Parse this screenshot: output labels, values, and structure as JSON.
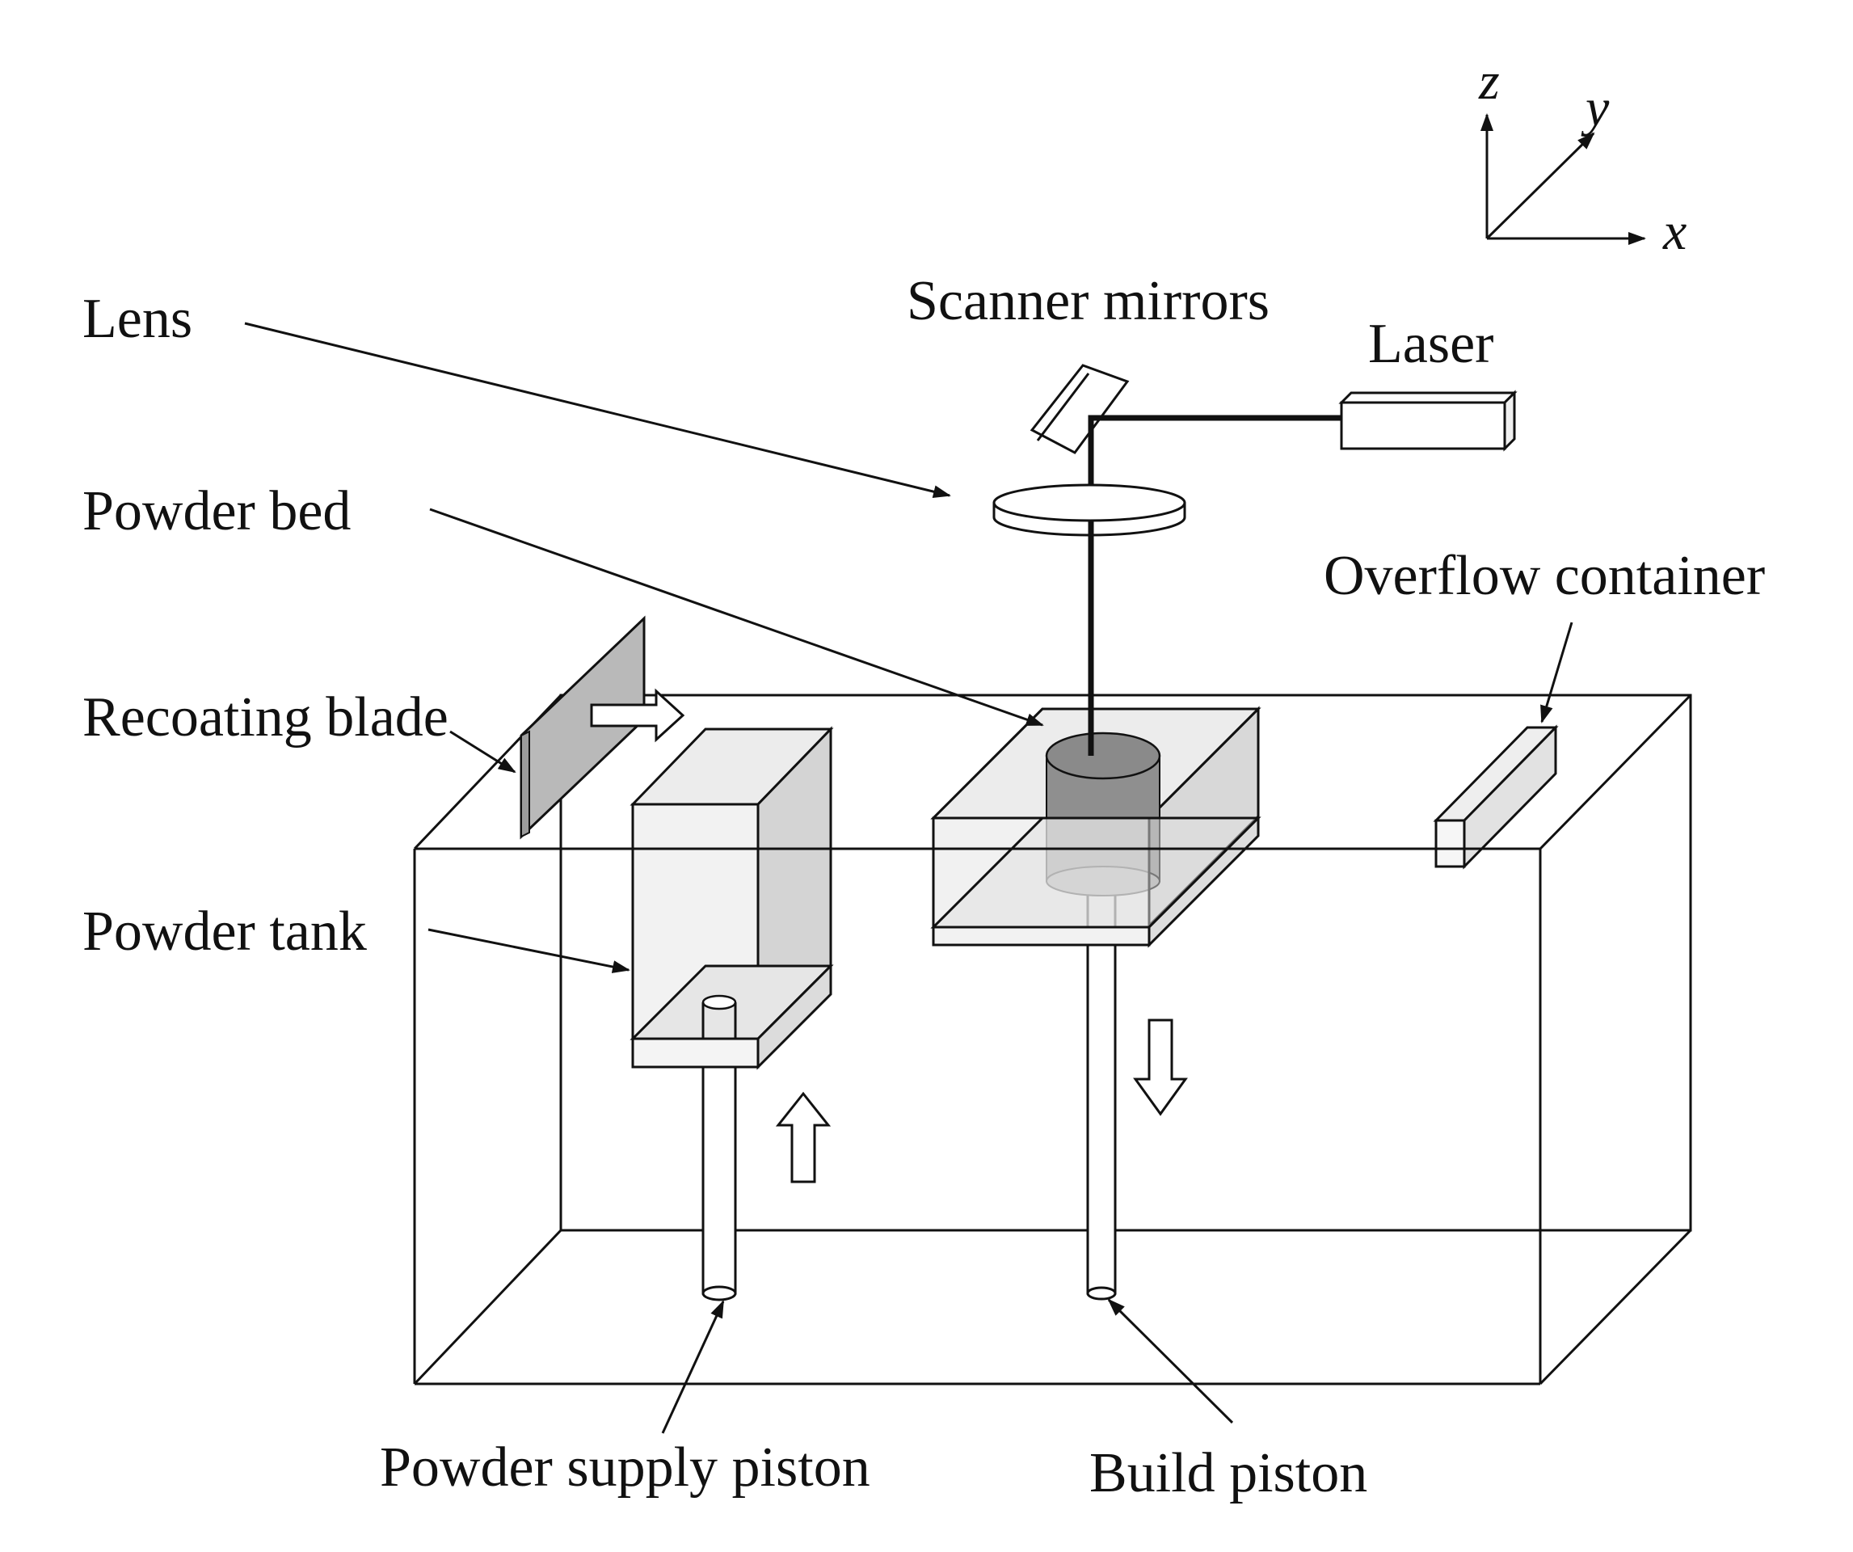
{
  "labels": {
    "lens": "Lens",
    "powder_bed": "Powder bed",
    "recoating_blade": "Recoating blade",
    "powder_tank": "Powder tank",
    "scanner_mirrors": "Scanner mirrors",
    "laser": "Laser",
    "overflow_container": "Overflow container",
    "powder_supply_piston": "Powder supply piston",
    "build_piston": "Build piston"
  },
  "axes": {
    "x": "x",
    "y": "y",
    "z": "z"
  },
  "colors": {
    "line": "#111111",
    "blade": "#b9b9b9",
    "tank_side": "#d4d4d4",
    "tank_front": "#eeeeee",
    "part": "#8f8f8f",
    "glass": "#e3e3e3"
  }
}
